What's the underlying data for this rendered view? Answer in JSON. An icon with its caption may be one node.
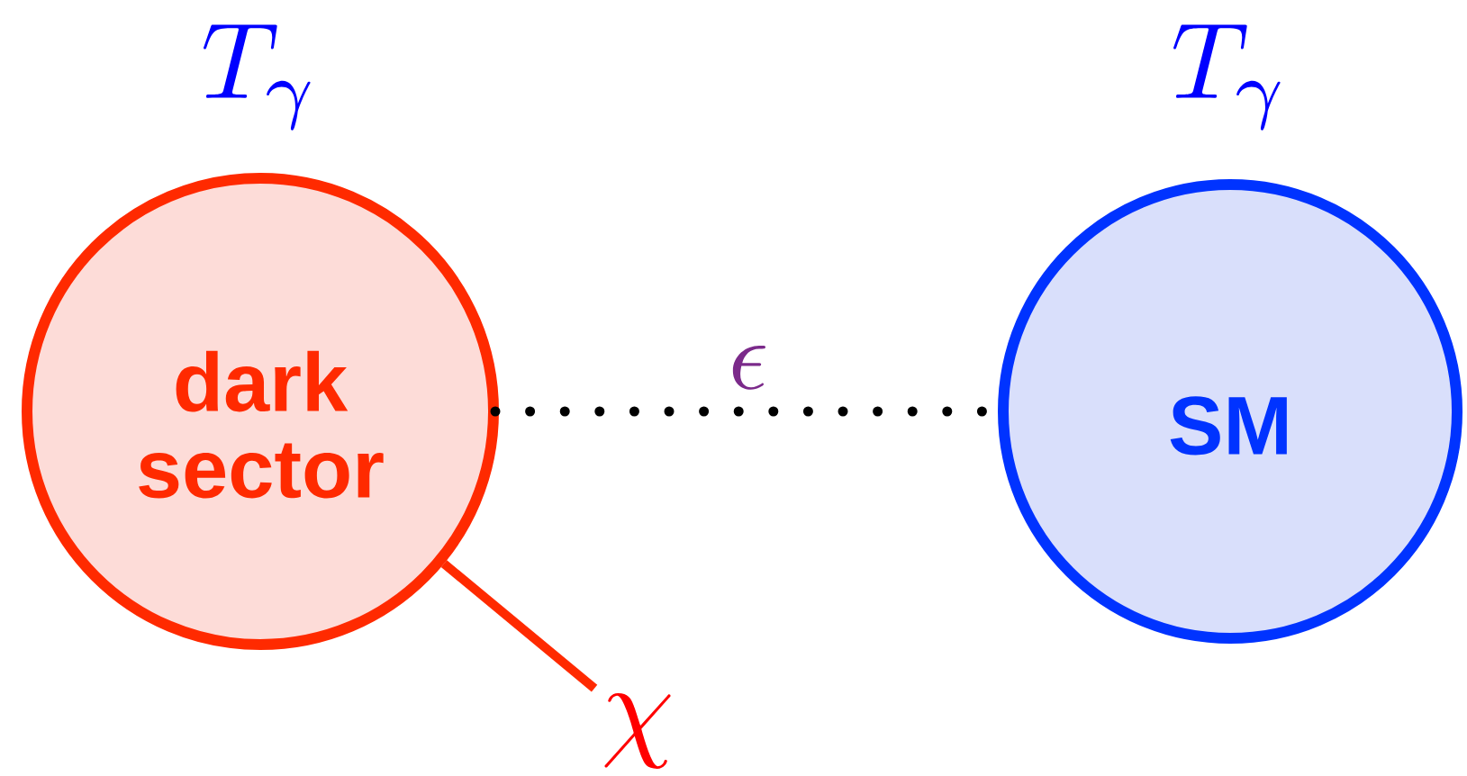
{
  "diagram": {
    "nodes": [
      {
        "text": [
          "dark sector"
        ]
      },
      {
        "text": [
          "SM"
        ]
      },
      {
        "text": [
          "\\chi"
        ]
      }
    ],
    "edges": [
      {
        "from": 0,
        "to": 1,
        "arrow": "none",
        "label": "\\epsilon",
        "style": "dashed",
        "color": "#000000"
      },
      {
        "from": 0,
        "to": 2,
        "arrow": "none",
        "color": "#ff2a00"
      }
    ],
    "labels": [
      "T_\\gamma",
      "T_\\gamma"
    ]
  }
}
